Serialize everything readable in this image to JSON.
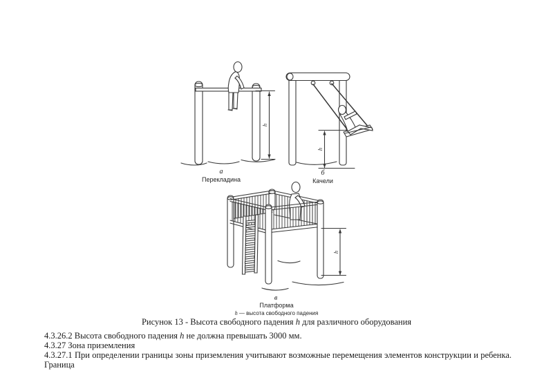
{
  "figure": {
    "subfigures": [
      {
        "letter": "а",
        "caption": "Перекладина",
        "dim_label": "h"
      },
      {
        "letter": "б",
        "caption": "Качели",
        "dim_label": "h"
      },
      {
        "letter": "в",
        "caption": "Платформа",
        "dim_label": "h"
      }
    ],
    "legend": {
      "var": "h",
      "rest": " — высота свободного падения"
    },
    "title": {
      "prefix": "Рисунок 13 - Высота свободного падения ",
      "var": "h",
      "suffix": " для различного оборудования"
    }
  },
  "paragraphs": {
    "p1": {
      "prefix": "4.3.26.2 Высота свободного падения ",
      "var": "h",
      "suffix": " не должна превышать 3000 мм."
    },
    "p2": {
      "text": "4.3.27 Зона приземления"
    },
    "p3": {
      "text": "4.3.27.1 При определении границы зоны приземления учитывают возможные перемещения элементов конструкции и ребенка. Граница"
    }
  },
  "colors": {
    "background": "#ffffff",
    "ink": "#1a1a1a",
    "line": "#383838"
  }
}
